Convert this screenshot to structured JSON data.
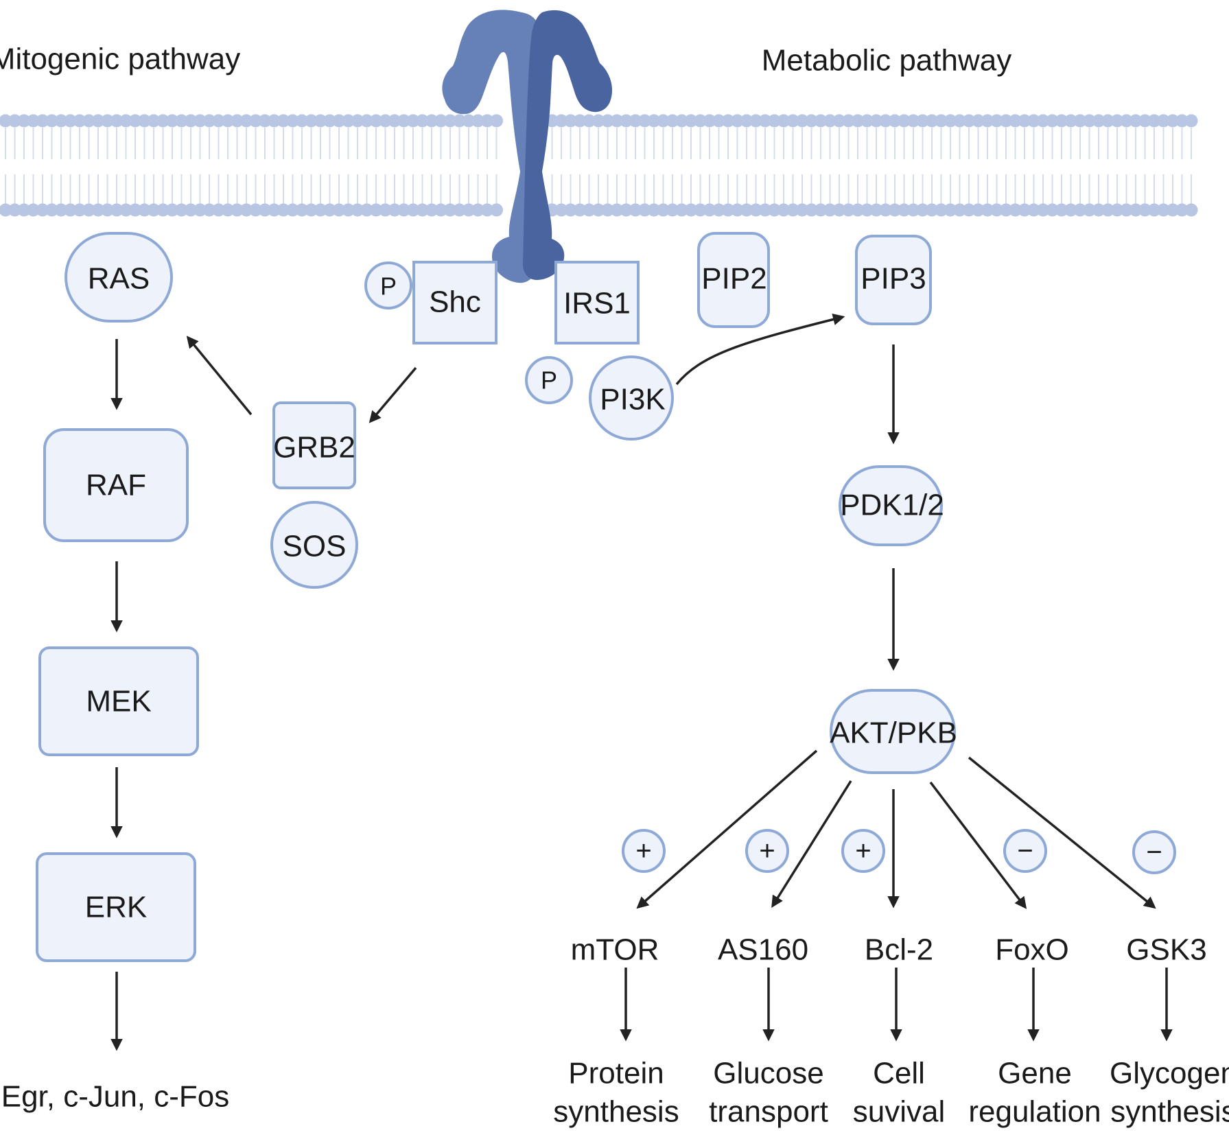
{
  "colors": {
    "node_fill": "#edf2fb",
    "node_stroke": "#8fa9d6",
    "receptor_light": "#6680b8",
    "receptor_dark": "#4a64a0",
    "membrane_head": "#b8c5e3",
    "arrow": "#222222"
  },
  "headings": {
    "mitogenic": "Mitogenic pathway",
    "metabolic": "Metabolic pathway"
  },
  "nodes": {
    "ras": "RAS",
    "raf": "RAF",
    "mek": "MEK",
    "erk": "ERK",
    "shc": "Shc",
    "p_shc": "P",
    "irs1": "IRS1",
    "p_irs1": "P",
    "grb2": "GRB2",
    "sos": "SOS",
    "pi3k": "PI3K",
    "pip2": "PIP2",
    "pip3": "PIP3",
    "pdk": "PDK1/2",
    "akt": "AKT/PKB"
  },
  "mitogenic_output": "Egr, c-Jun, c-Fos",
  "targets": [
    {
      "name": "mTOR",
      "sign": "+",
      "outcome": [
        "Protein",
        "synthesis"
      ]
    },
    {
      "name": "AS160",
      "sign": "+",
      "outcome": [
        "Glucose",
        "transport"
      ]
    },
    {
      "name": "Bcl-2",
      "sign": "+",
      "outcome": [
        "Cell",
        "suvival"
      ]
    },
    {
      "name": "FoxO",
      "sign": "−",
      "outcome": [
        "Gene",
        "regulation"
      ]
    },
    {
      "name": "GSK3",
      "sign": "−",
      "outcome": [
        "Glycogen",
        "synthesis"
      ]
    }
  ]
}
